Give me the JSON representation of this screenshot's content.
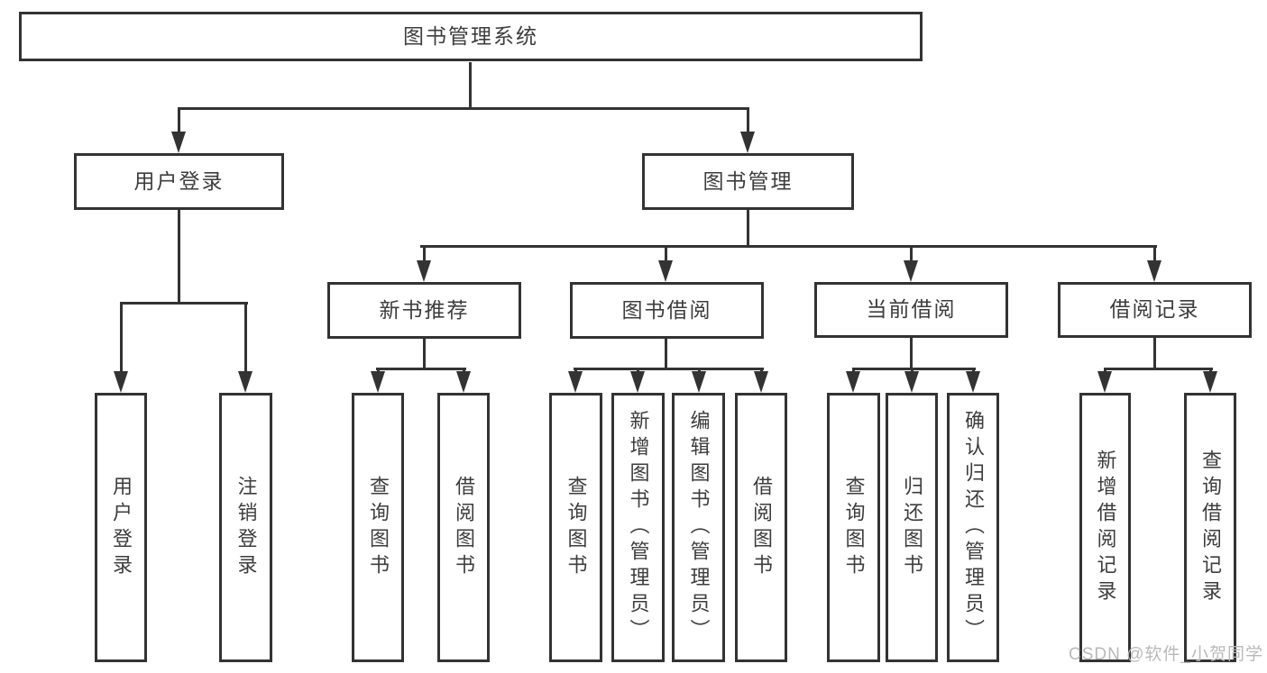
{
  "tree": {
    "root": {
      "label": "图书管理系统"
    },
    "branches": [
      {
        "label": "用户登录",
        "children": [
          {
            "label": "用户登录"
          },
          {
            "label": "注销登录"
          }
        ]
      },
      {
        "label": "图书管理",
        "children": [
          {
            "label": "新书推荐",
            "children": [
              {
                "label": "查询图书"
              },
              {
                "label": "借阅图书"
              }
            ]
          },
          {
            "label": "图书借阅",
            "children": [
              {
                "label": "查询图书"
              },
              {
                "label": "新增图书（管理员）"
              },
              {
                "label": "编辑图书（管理员）"
              },
              {
                "label": "借阅图书"
              }
            ]
          },
          {
            "label": "当前借阅",
            "children": [
              {
                "label": "查询图书"
              },
              {
                "label": "归还图书"
              },
              {
                "label": "确认归还（管理员）"
              }
            ]
          },
          {
            "label": "借阅记录",
            "children": [
              {
                "label": "新增借阅记录"
              },
              {
                "label": "查询借阅记录"
              }
            ]
          }
        ]
      }
    ]
  },
  "watermark": {
    "text": "CSDN @软件_小贺同学"
  },
  "colors": {
    "line": "#333333",
    "text": "#3d3d3d",
    "watermark": "#b9b9b9",
    "background": "#ffffff"
  }
}
